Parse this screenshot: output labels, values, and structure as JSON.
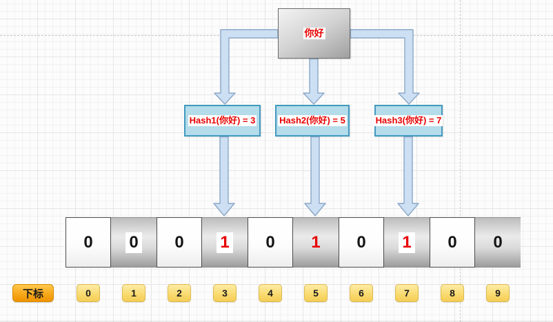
{
  "diagram": {
    "input_node": {
      "text": "你好"
    },
    "hash_nodes": [
      {
        "label": "Hash1(你好) = 3",
        "result_index": 3
      },
      {
        "label": "Hash2(你好) = 5",
        "result_index": 5
      },
      {
        "label": "Hash3(你好) = 7",
        "result_index": 7
      }
    ],
    "bit_array": {
      "cells": [
        {
          "value": "0",
          "highlight": false
        },
        {
          "value": "0",
          "highlight": true
        },
        {
          "value": "0",
          "highlight": false
        },
        {
          "value": "1",
          "highlight": true
        },
        {
          "value": "0",
          "highlight": false
        },
        {
          "value": "1",
          "highlight": false
        },
        {
          "value": "0",
          "highlight": false
        },
        {
          "value": "1",
          "highlight": true
        },
        {
          "value": "0",
          "highlight": false
        },
        {
          "value": "0",
          "highlight": false
        }
      ]
    },
    "index_row": {
      "label": "下标",
      "indices": [
        "0",
        "1",
        "2",
        "3",
        "4",
        "5",
        "6",
        "7",
        "8",
        "9"
      ]
    },
    "colors": {
      "set_bit_text": "#e80000",
      "hash_box_fill": "#b4dcea",
      "hash_box_border": "#4199bf",
      "arrow_fill": "#ccdff3",
      "arrow_stroke": "#8ba7c7",
      "index_badge": "#f7a81b",
      "index_chip": "#f9da6e"
    }
  }
}
